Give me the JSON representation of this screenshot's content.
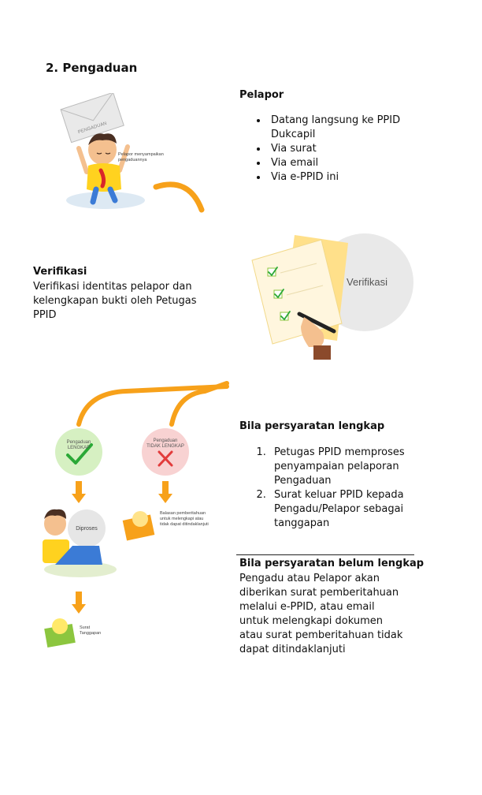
{
  "section_title": "2. Pengaduan",
  "pelapor": {
    "title": "Pelapor",
    "items": [
      "Datang langsung ke PPID Dukcapil",
      "Via surat",
      "Via email",
      "Via e-PPID ini"
    ]
  },
  "illus1": {
    "envelope_label": "PENGADUAN",
    "caption": "Pelapor menyampaikan pengaduannya"
  },
  "verifikasi": {
    "title": "Verifikasi",
    "text": "Verifikasi identitas pelapor dan kelengkapan bukti oleh Petugas PPID",
    "circle_label": "Verifikasi"
  },
  "lengkap": {
    "title": "Bila persyaratan lengkap",
    "items": [
      "Petugas PPID memproses penyampaian pelaporan Pengaduan",
      "Surat keluar PPID kepada Pengadu/Pelapor sebagai tanggapan"
    ]
  },
  "belum": {
    "title": "Bila persyaratan belum lengkap",
    "text": "Pengadu atau Pelapor akan diberikan surat pemberitahuan melalui e-PPID, atau email untuk melengkapi dokumen atau surat pemberitahuan tidak dapat ditindaklanjuti"
  },
  "flow": {
    "circle_ok_line1": "Pengaduan",
    "circle_ok_line2": "LENGKAP",
    "circle_no_line1": "Pengaduan",
    "circle_no_line2": "TIDAK LENGKAP",
    "diproses": "Diproses",
    "balasan_caption": "Balasan pemberitahuan untuk melengkapi atau tidak dapat ditindaklanjuti",
    "surat_line1": "Surat",
    "surat_line2": "Tanggapan"
  },
  "colors": {
    "orange": "#f7a11a",
    "yellow": "#ffd92e",
    "green": "#2aa836",
    "red": "#e23b3b"
  }
}
